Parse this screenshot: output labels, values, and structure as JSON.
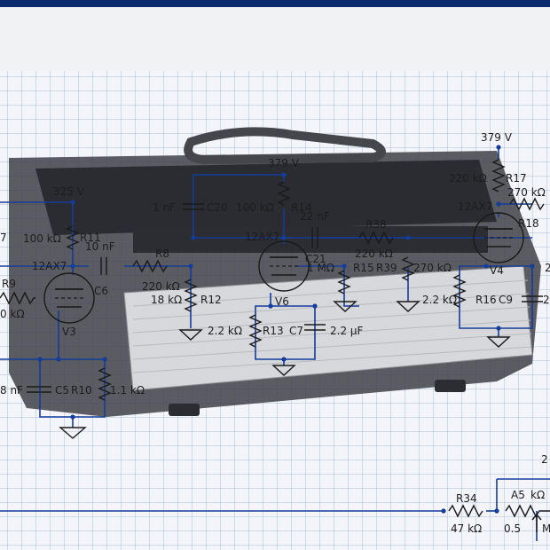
{
  "voltages": {
    "v_325": "325 V",
    "v_379_mid": "379 V",
    "v_379_right": "379 V"
  },
  "tubes": {
    "v3": "V3",
    "v4": "V4",
    "v6": "V6",
    "type_left": "12AX7",
    "type_mid": "12AX7",
    "type_right": "12AX7"
  },
  "resistors": {
    "r8": "R8",
    "r8_value": "220 kΩ",
    "r9": "R9",
    "r9_value": "0 kΩ",
    "r10": "R10",
    "r10_value": "1.1 kΩ",
    "r11": "R11",
    "r11_value": "100 kΩ",
    "r12": "R12",
    "r12_value": "18 kΩ",
    "r13": "R13",
    "r13_value": "2.2 kΩ",
    "r14": "R14",
    "r14_value": "100 kΩ",
    "r15": "R15",
    "r15_value": "1 MΩ",
    "r16": "R16",
    "r16_value": "2.2 kΩ",
    "r17": "R17",
    "r17_value": "220 kΩ",
    "r17_value_b": "270 kΩ",
    "r18": "R18",
    "r34": "R34",
    "r34_value": "47 kΩ",
    "r38": "R38",
    "r38_value": "220 kΩ",
    "r39": "R39",
    "r39_value": "270 kΩ"
  },
  "capacitors": {
    "c5": "C5",
    "c5_value": "8 nF",
    "c6": "C6",
    "c6_value": "10 nF",
    "c7": "C7",
    "c7_value": "2.2 μF",
    "c9": "C9",
    "c9_value": "2",
    "c20": "C20",
    "c20_value": "1 nF",
    "c21": "C21",
    "c21_value": "22 nF"
  },
  "pots": {
    "a5": "A5",
    "a5_value": "kΩ",
    "a5_extra": "0.5",
    "a5_m": "M"
  },
  "edge": {
    "num7": "7",
    "num2a": "2",
    "num2b": "2",
    "num2c": "2"
  },
  "colors": {
    "wire": "#143c9a",
    "title_bar": "#0c2a6e",
    "grid_bg": "#f3f5fb"
  }
}
